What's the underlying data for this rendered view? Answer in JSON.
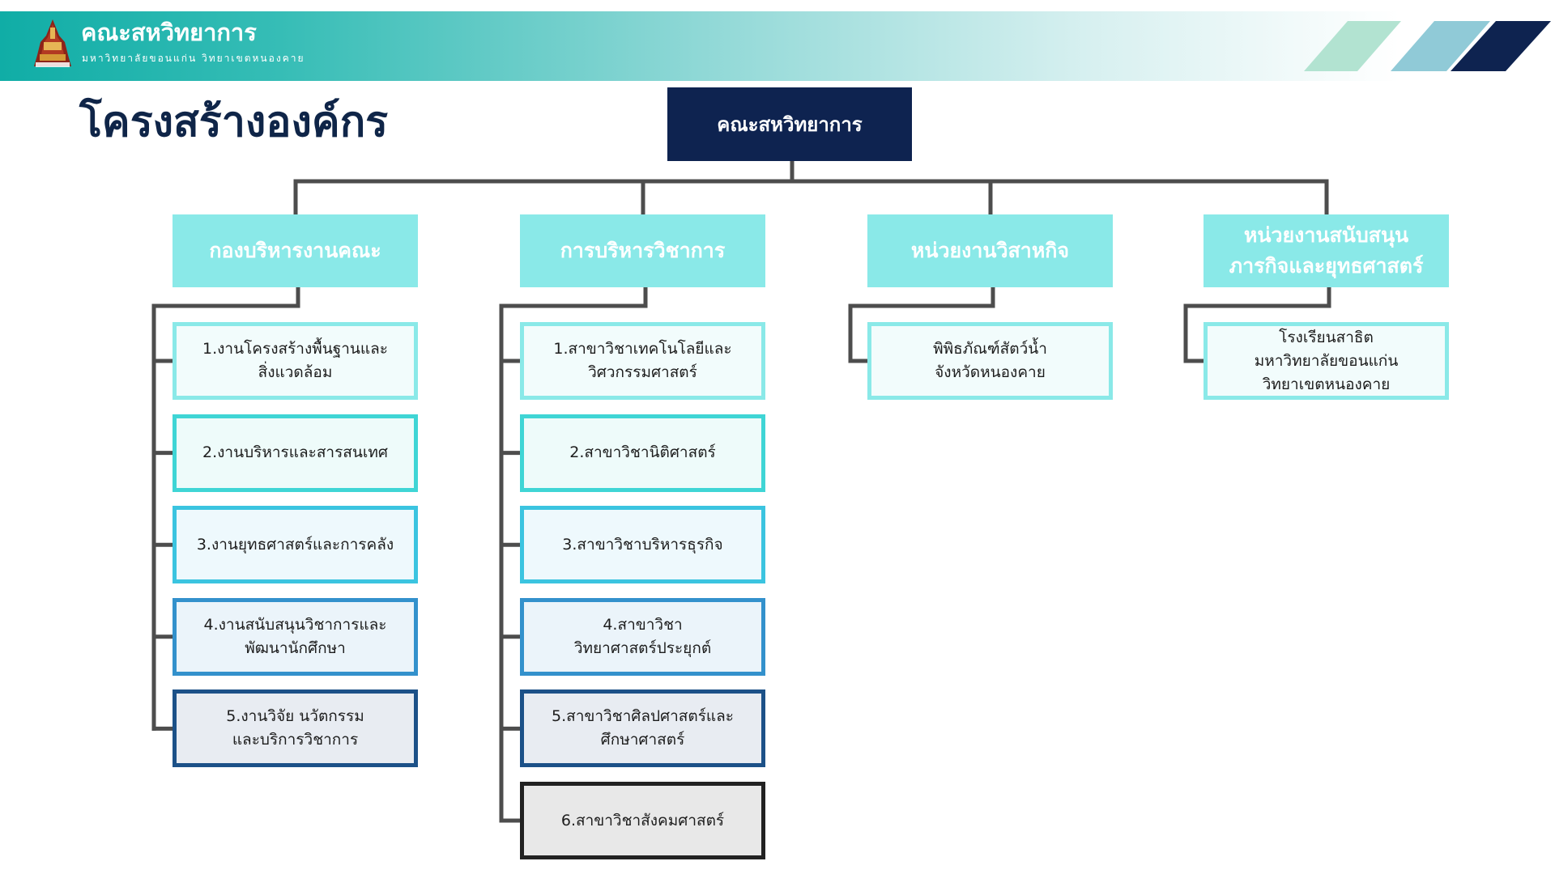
{
  "header": {
    "faculty_name": "คณะสหวิทยาการ",
    "university_name": "มหาวิทยาลัยขอนแก่น  วิทยาเขตหนองคาย"
  },
  "page_title": "โครงสร้างองค์กร",
  "org_chart": {
    "root": "คณะสหวิทยาการ",
    "divisions": [
      {
        "title": "กองบริหารงานคณะ",
        "items": [
          "1.งานโครงสร้างพื้นฐานและ\nสิ่งแวดล้อม",
          "2.งานบริหารและสารสนเทศ",
          "3.งานยุทธศาสตร์และการคลัง",
          "4.งานสนับสนุนวิชาการและ\nพัฒนานักศึกษา",
          "5.งานวิจัย นวัตกรรม\nและบริการวิชาการ"
        ]
      },
      {
        "title": "การบริหารวิชาการ",
        "items": [
          "1.สาขาวิชาเทคโนโลยีและ\nวิศวกรรมศาสตร์",
          "2.สาขาวิชานิติศาสตร์",
          "3.สาขาวิชาบริหารธุรกิจ",
          "4.สาขาวิชา\nวิทยาศาสตร์ประยุกต์",
          "5.สาขาวิชาศิลปศาสตร์และ\nศึกษาศาสตร์",
          "6.สาขาวิชาสังคมศาสตร์"
        ]
      },
      {
        "title": "หน่วยงานวิสาหกิจ",
        "items": [
          "พิพิธภัณฑ์สัตว์น้ำ\nจังหวัดหนองคาย"
        ]
      },
      {
        "title": "หน่วยงานสนับสนุน\nภารกิจและยุทธศาสตร์",
        "items": [
          "โรงเรียนสาธิต\nมหาวิทยาลัยขอนแก่น\nวิทยาเขตหนองคาย"
        ]
      }
    ]
  },
  "colors": {
    "navy": "#0e2350",
    "head_fill": "#8ae9e8",
    "connector": "#4d4d4d",
    "level_1": {
      "border": "#8ae9e8",
      "fill": "#f2fcfc"
    },
    "level_2": {
      "border": "#3fd5d5",
      "fill": "#eefbfa"
    },
    "level_3": {
      "border": "#3bc4e0",
      "fill": "#eef9fd"
    },
    "level_4": {
      "border": "#3391cc",
      "fill": "#ebf4fa"
    },
    "level_5": {
      "border": "#1c5188",
      "fill": "#e8ecf2"
    },
    "level_6": {
      "border": "#222222",
      "fill": "#e8e8e8"
    }
  }
}
